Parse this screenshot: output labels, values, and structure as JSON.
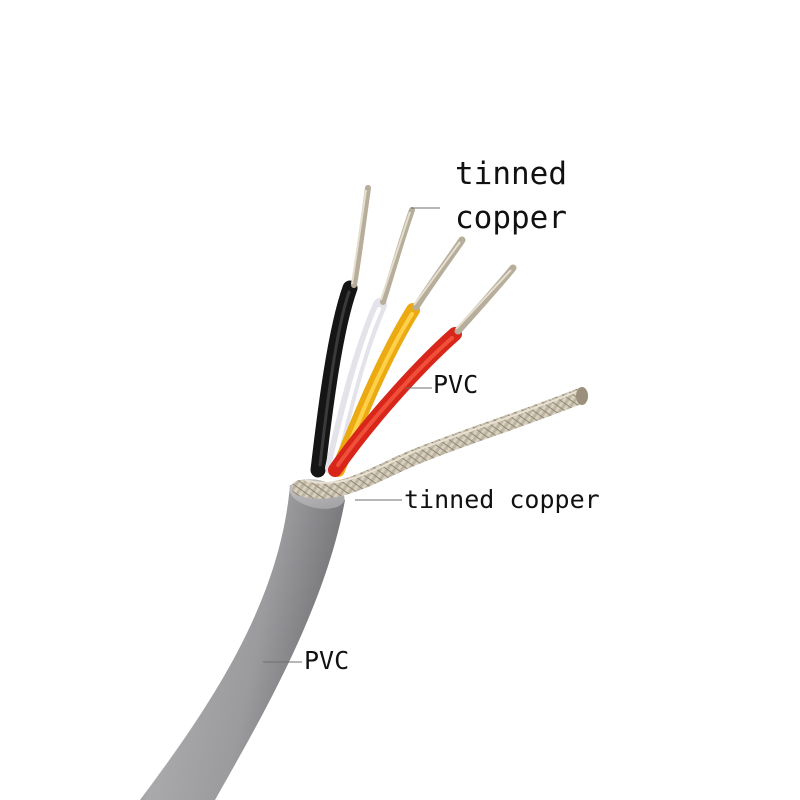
{
  "callouts": {
    "conductor": {
      "line1": "tinned",
      "line2": "copper"
    },
    "insulation": {
      "text": "PVC"
    },
    "shield": {
      "text": "tinned copper"
    },
    "jacket": {
      "text": "PVC"
    }
  },
  "colors": {
    "background": "#ffffff",
    "jacket": "#9a9a9c",
    "wire_black": "#151515",
    "wire_white": "#ecebf2",
    "wire_yellow": "#f2b21a",
    "wire_red": "#e02a1c",
    "tinned_copper": "#c9c0ad",
    "label_text": "#111111"
  },
  "icons": [
    "multicore-shielded-cable-photo"
  ]
}
